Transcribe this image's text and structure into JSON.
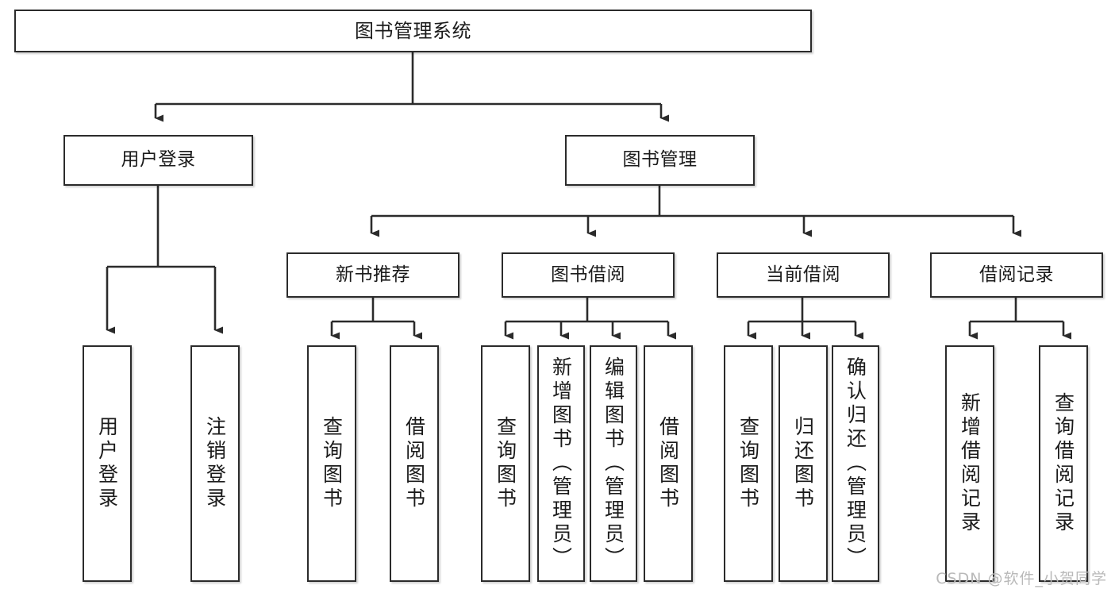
{
  "diagram": {
    "title": "图书管理系统",
    "type": "tree",
    "watermark": "CSDN @软件_小贺同学",
    "colors": {
      "stroke": "#2b2b2b",
      "fill": "#ffffff",
      "text": "#1b1b1b",
      "watermark": "#b9b9b9"
    },
    "nodes": {
      "root": {
        "label": "图书管理系统"
      },
      "level1": [
        {
          "id": "user-login",
          "label": "用户登录"
        },
        {
          "id": "book-management",
          "label": "图书管理"
        }
      ],
      "level2": [
        {
          "id": "new-book-recommend",
          "label": "新书推荐"
        },
        {
          "id": "book-borrow",
          "label": "图书借阅"
        },
        {
          "id": "current-borrow",
          "label": "当前借阅"
        },
        {
          "id": "borrow-record",
          "label": "借阅记录"
        }
      ],
      "leaves": {
        "user-login": [
          {
            "id": "leaf-user-login",
            "label": "用户登录"
          },
          {
            "id": "leaf-logout",
            "label": "注销登录"
          }
        ],
        "new-book-recommend": [
          {
            "id": "leaf-query-book-1",
            "label": "查询图书"
          },
          {
            "id": "leaf-borrow-book-1",
            "label": "借阅图书"
          }
        ],
        "book-borrow": [
          {
            "id": "leaf-query-book-2",
            "label": "查询图书"
          },
          {
            "id": "leaf-add-book",
            "label": "新增图书（管理员）"
          },
          {
            "id": "leaf-edit-book",
            "label": "编辑图书（管理员）"
          },
          {
            "id": "leaf-borrow-book-2",
            "label": "借阅图书"
          }
        ],
        "current-borrow": [
          {
            "id": "leaf-query-book-3",
            "label": "查询图书"
          },
          {
            "id": "leaf-return-book",
            "label": "归还图书"
          },
          {
            "id": "leaf-confirm-return",
            "label": "确认归还（管理员）"
          }
        ],
        "borrow-record": [
          {
            "id": "leaf-add-record",
            "label": "新增借阅记录"
          },
          {
            "id": "leaf-query-record",
            "label": "查询借阅记录"
          }
        ]
      }
    }
  }
}
